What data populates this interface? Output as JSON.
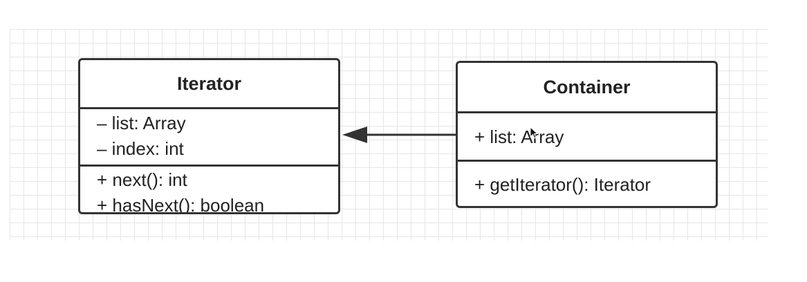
{
  "classes": {
    "iterator": {
      "name": "Iterator",
      "attributes": [
        "– list: Array",
        "– index: int"
      ],
      "methods": [
        "+ next(): int",
        "+ hasNext(): boolean"
      ]
    },
    "container": {
      "name": "Container",
      "attributes": [
        "+ list: Array"
      ],
      "methods": [
        "+ getIterator(): Iterator"
      ]
    }
  },
  "relation": {
    "from": "Container",
    "to": "Iterator",
    "arrow": "filled-arrow"
  },
  "icons": {
    "cursor": "mouse-cursor-icon"
  },
  "colors": {
    "stroke": "#333333",
    "grid": "#e6e6e6",
    "background": "#ffffff"
  }
}
